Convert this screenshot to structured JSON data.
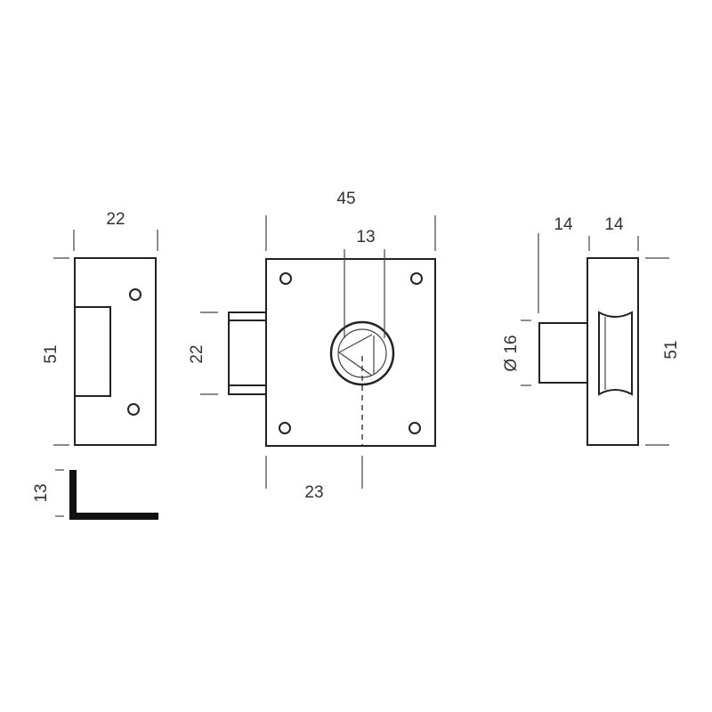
{
  "views": {
    "strike_plate": {
      "width_label": "22",
      "height_label": "51"
    },
    "angle_strike": {
      "height_label": "13"
    },
    "lock_front": {
      "width_label": "45",
      "cylinder_label": "13",
      "bolt_label": "22",
      "offset_label": "23"
    },
    "lock_side": {
      "knob_depth_label": "14",
      "body_depth_label": "14",
      "knob_diameter_label": "Ø 16",
      "height_label": "51"
    }
  },
  "colors": {
    "line": "#222222",
    "background": "#ffffff"
  }
}
